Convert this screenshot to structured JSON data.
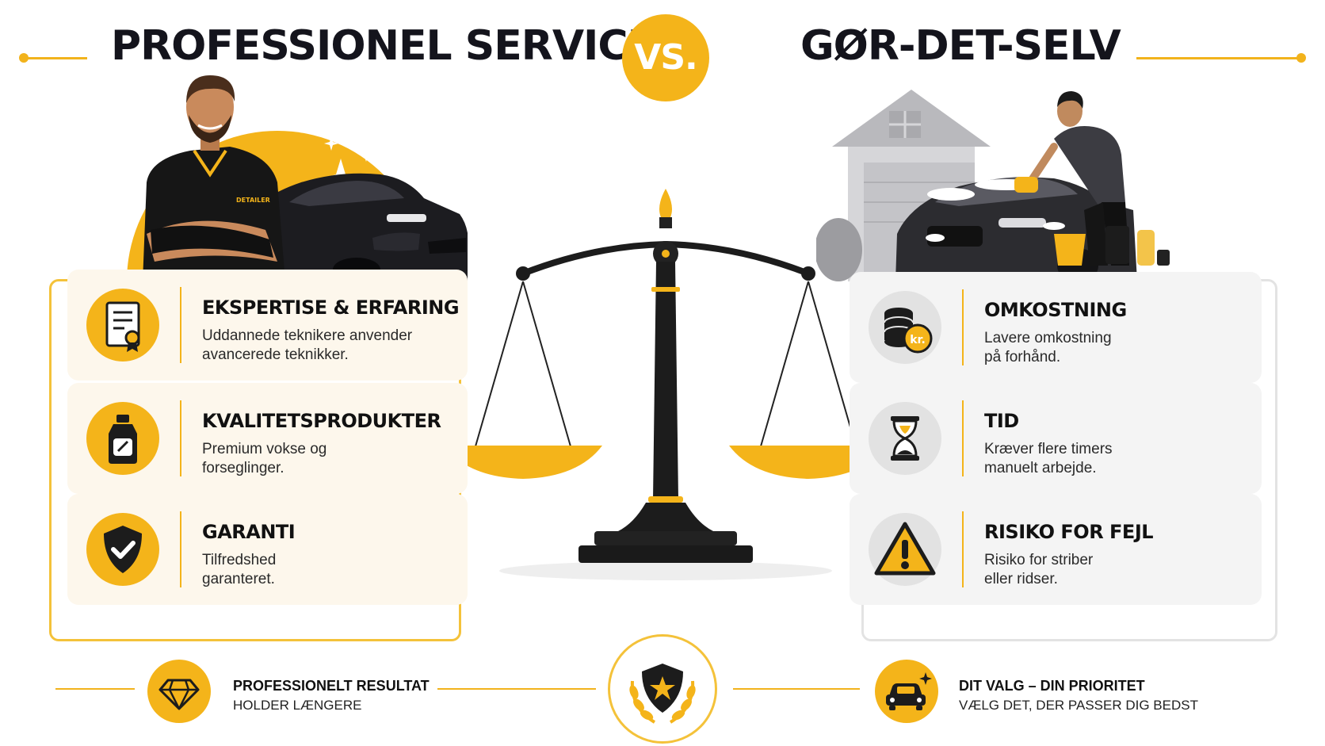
{
  "header": {
    "left_title": "PROFESSIONEL SERVICE",
    "vs_label": "VS.",
    "right_title": "GØR-DET-SELV"
  },
  "left_illustration": {
    "shirt_logo_text": "DETAILER"
  },
  "left_cards": [
    {
      "icon": "certificate-icon",
      "title": "EKSPERTISE & ERFARING",
      "desc": "Uddannede teknikere anvender\navancerede teknikker."
    },
    {
      "icon": "bottle-icon",
      "title": "KVALITETSPRODUKTER",
      "desc": "Premium vokse og\nforseglinger."
    },
    {
      "icon": "shield-check-icon",
      "title": "GARANTI",
      "desc": "Tilfredshed\ngaranteret."
    }
  ],
  "right_cards": [
    {
      "icon": "coins-icon",
      "coin_label": "kr.",
      "title": "OMKOSTNING",
      "desc": "Lavere omkostning\npå forhånd."
    },
    {
      "icon": "hourglass-icon",
      "title": "TID",
      "desc": "Kræver flere timers\nmanuelt arbejde."
    },
    {
      "icon": "warning-icon",
      "title": "RISIKO FOR FEJL",
      "desc": "Risiko for striber\neller ridser."
    }
  ],
  "footer": {
    "left_icon": "diamond-icon",
    "left_title": "PROFESSIONELT RESULTAT",
    "left_sub": "HOLDER LÆNGERE",
    "center_icon": "shield-star-laurel-icon",
    "right_icon": "car-sparkle-icon",
    "right_title": "DIT VALG – DIN PRIORITET",
    "right_sub": "VÆLG DET, DER PASSER DIG BEDST"
  },
  "colors": {
    "accent": "#f4b41a",
    "dark": "#14141c",
    "card_left": "#fdf7ec",
    "card_right": "#f4f4f4"
  }
}
